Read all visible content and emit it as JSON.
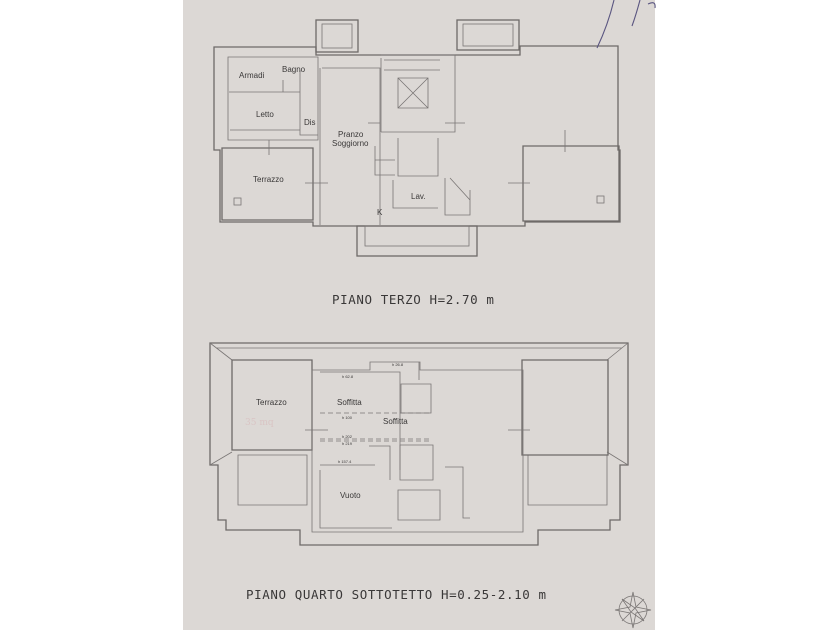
{
  "floor_3": {
    "title": "PIANO TERZO H=2.70 m",
    "rooms": {
      "armadi": "Armadi",
      "bagno": "Bagno",
      "letto": "Letto",
      "dis": "Dis",
      "pranzo": "Pranzo",
      "soggiorno": "Soggiorno",
      "terrazzo": "Terrazzo",
      "lav": "Lav.",
      "k": "K"
    }
  },
  "floor_4": {
    "title": "PIANO QUARTO SOTTOTETTO H=0.25-2.10 m",
    "rooms": {
      "terrazzo": "Terrazzo",
      "soffitta_1": "Soffitta",
      "soffitta_2": "Soffitta",
      "vuoto": "Vuoto"
    },
    "heights": [
      "h 26.8",
      "h 62.8",
      "h 100",
      "h 202",
      "h 219",
      "h 157.4"
    ],
    "handwritten_area": "35 mq"
  }
}
